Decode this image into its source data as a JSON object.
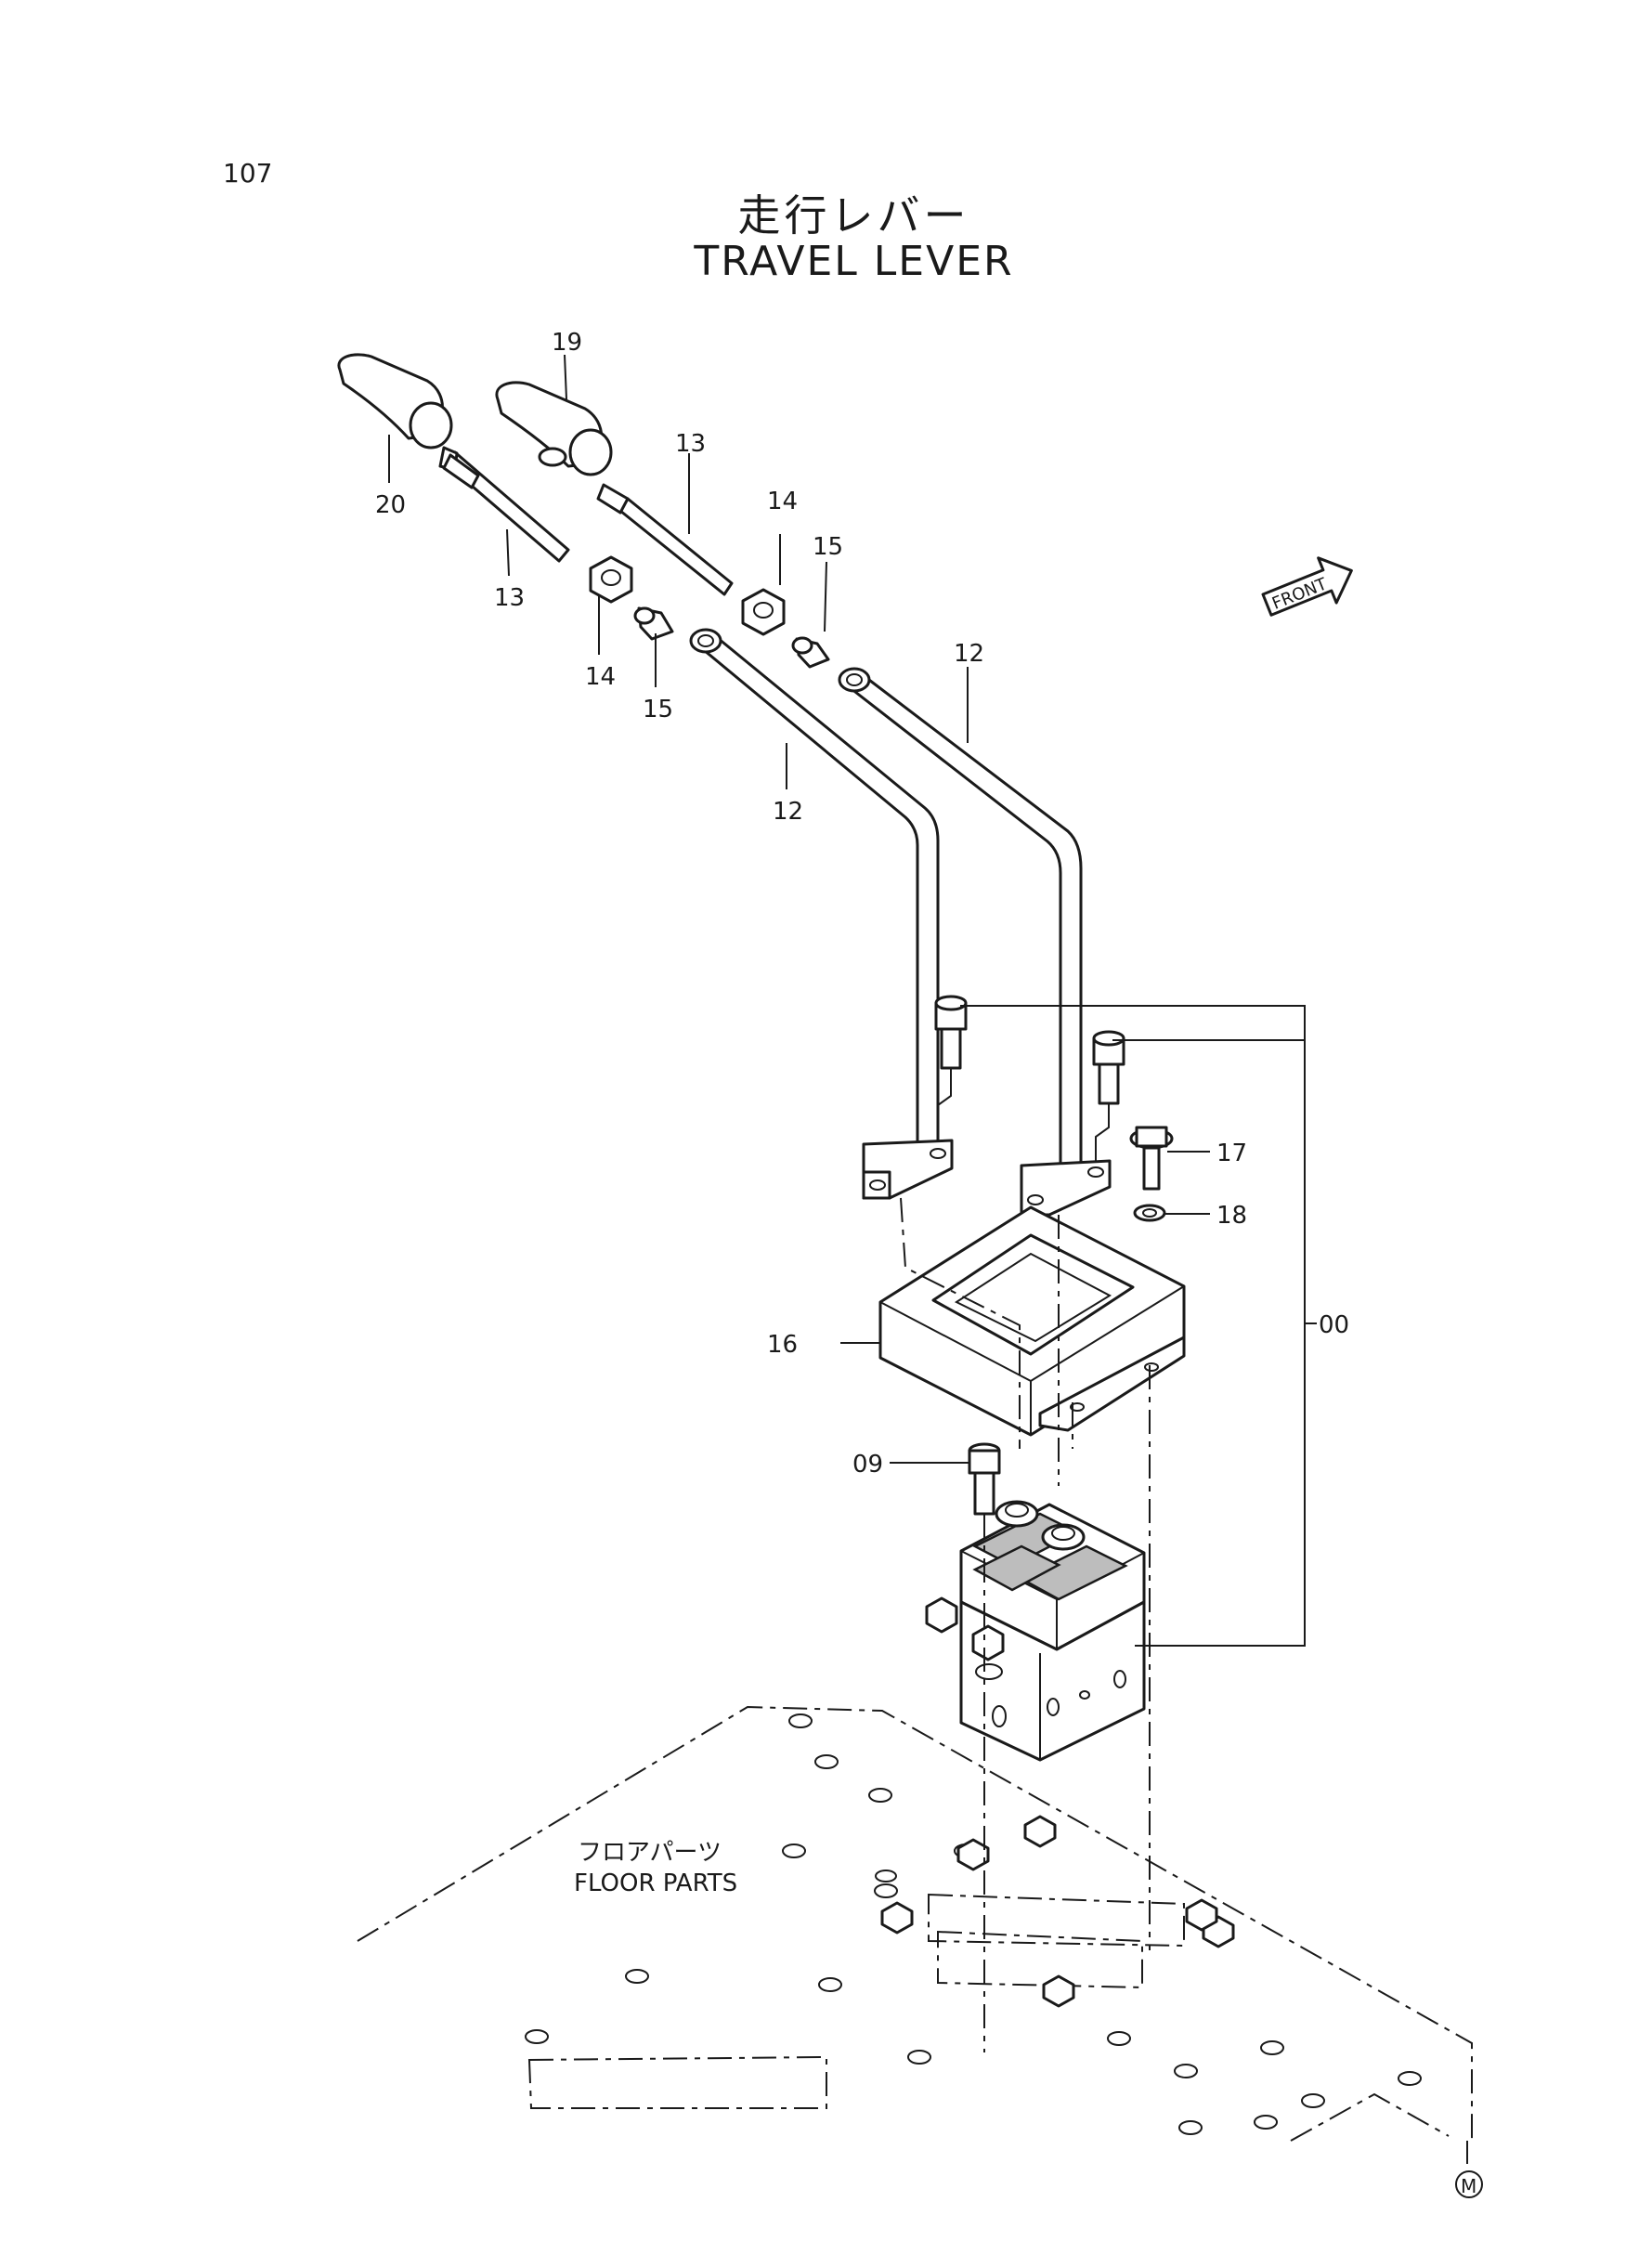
{
  "page_number": "107",
  "title_ja": "走行レバー",
  "title_en": "TRAVEL LEVER",
  "front_label": "FRONT",
  "floor_label_ja": "フロアパーツ",
  "floor_label_en": "FLOOR PARTS",
  "marker": "M",
  "callouts": {
    "c19": "19",
    "c20": "20",
    "c13a": "13",
    "c13b": "13",
    "c14a": "14",
    "c14b": "14",
    "c15a": "15",
    "c15b": "15",
    "c12a": "12",
    "c12b": "12",
    "c17": "17",
    "c18": "18",
    "c16": "16",
    "c09": "09",
    "c00": "00"
  }
}
